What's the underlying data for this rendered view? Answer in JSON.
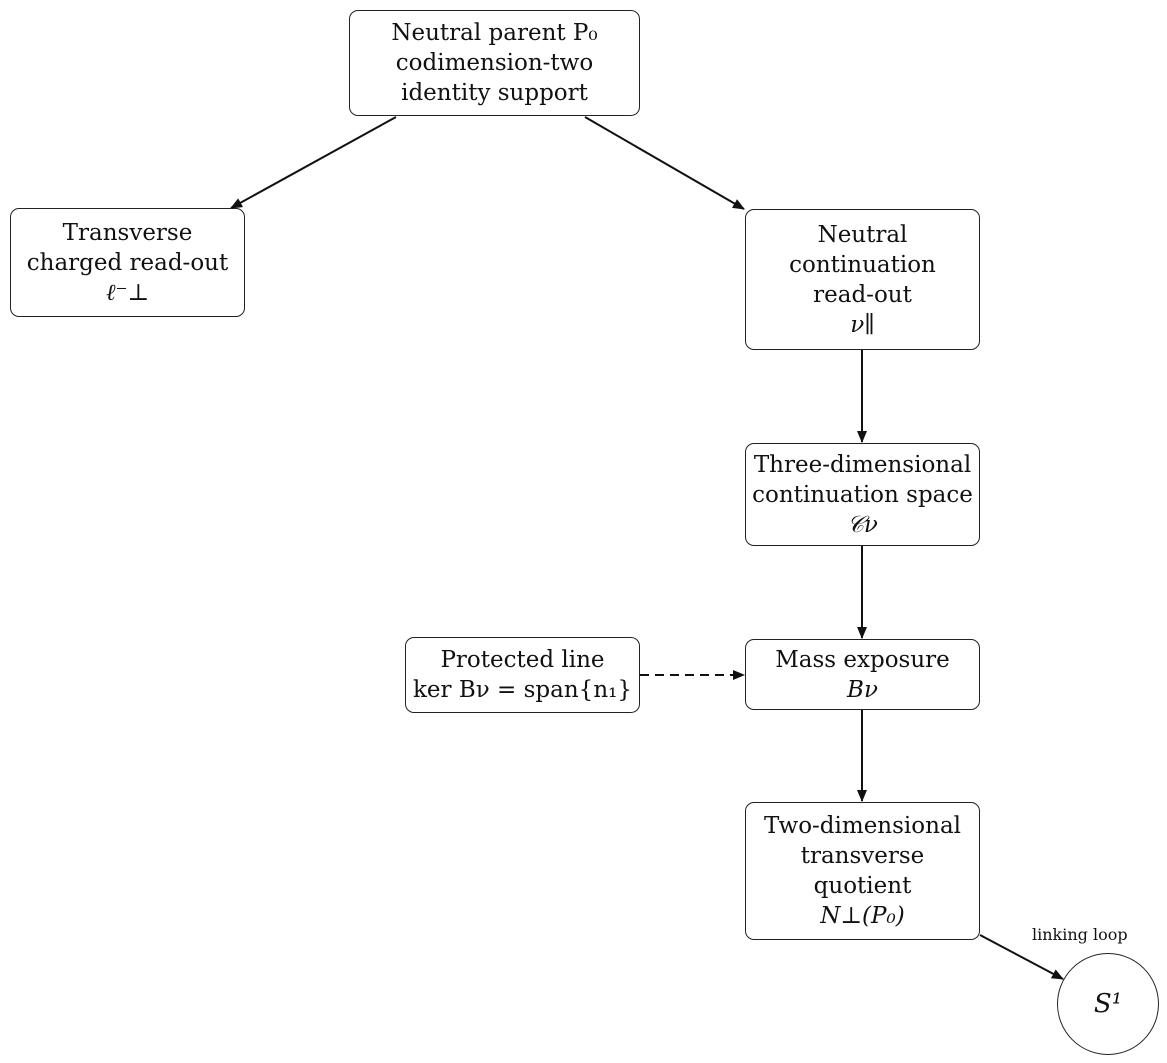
{
  "nodes": {
    "parent": {
      "lines": [
        "Neutral parent P₀",
        "codimension-two",
        "identity support"
      ]
    },
    "charged": {
      "lines": [
        "Transverse",
        "charged read-out",
        "ℓ⁻⊥"
      ]
    },
    "neutral": {
      "lines": [
        "Neutral",
        "continuation",
        "read-out",
        "ν∥"
      ]
    },
    "continuation": {
      "lines": [
        "Three-dimensional",
        "continuation space",
        "𝒞ν"
      ]
    },
    "protected": {
      "lines": [
        "Protected line",
        "ker Bν = span{n₁}"
      ]
    },
    "mass": {
      "lines": [
        "Mass exposure",
        "Bν"
      ]
    },
    "quotient": {
      "lines": [
        "Two-dimensional",
        "transverse",
        "quotient",
        "N⊥(P₀)"
      ]
    },
    "loop": {
      "label": "S¹"
    }
  },
  "edge_labels": {
    "linking": "linking loop"
  }
}
